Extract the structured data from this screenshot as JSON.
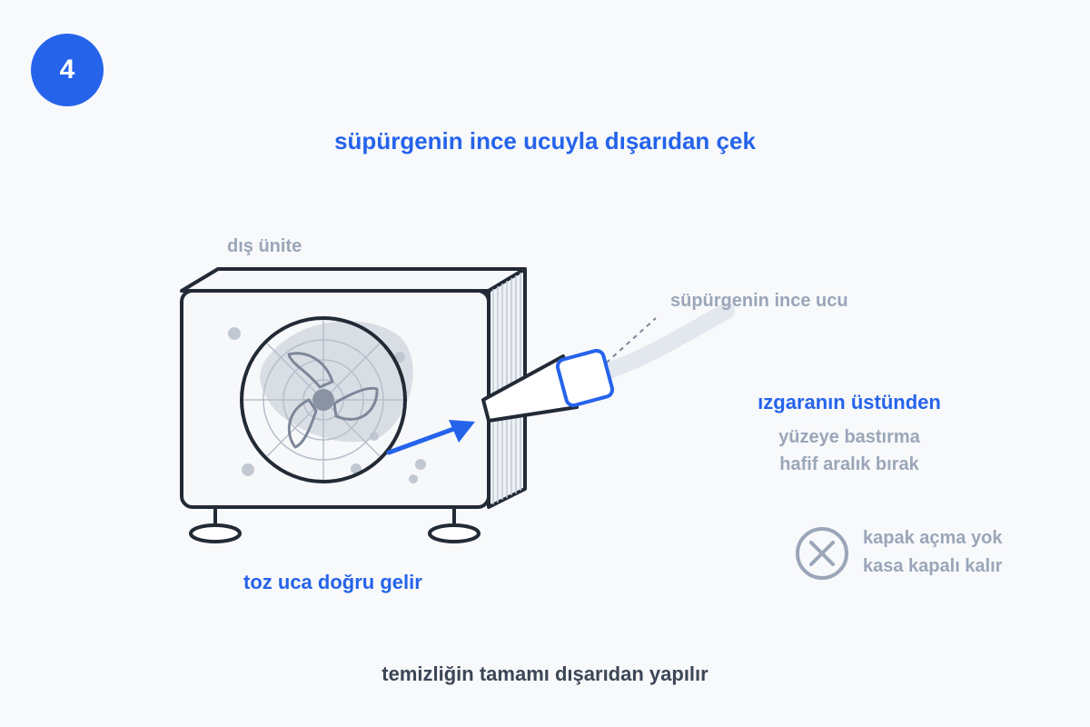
{
  "step": {
    "number": "4"
  },
  "title": "süpürgenin ince ucuyla dışarıdan çek",
  "labels": {
    "unit": "dış ünite",
    "nozzle": "süpürgenin ince ucu",
    "dust_flow": "toz uca doğru gelir"
  },
  "tip": {
    "title": "ızgaranın üstünden",
    "line1": "yüzeye bastırma",
    "line2": "hafif aralık bırak"
  },
  "warning": {
    "icon": "x-circle-icon",
    "line1": "kapak açma yok",
    "line2": "kasa kapalı kalır"
  },
  "footer": "temizliğin tamamı dışarıdan yapılır",
  "colors": {
    "accent": "#2563eb",
    "outline": "#222a36",
    "muted": "#9aa6b8",
    "dust": "#c7ccd6",
    "background": "#f8f9fb"
  }
}
